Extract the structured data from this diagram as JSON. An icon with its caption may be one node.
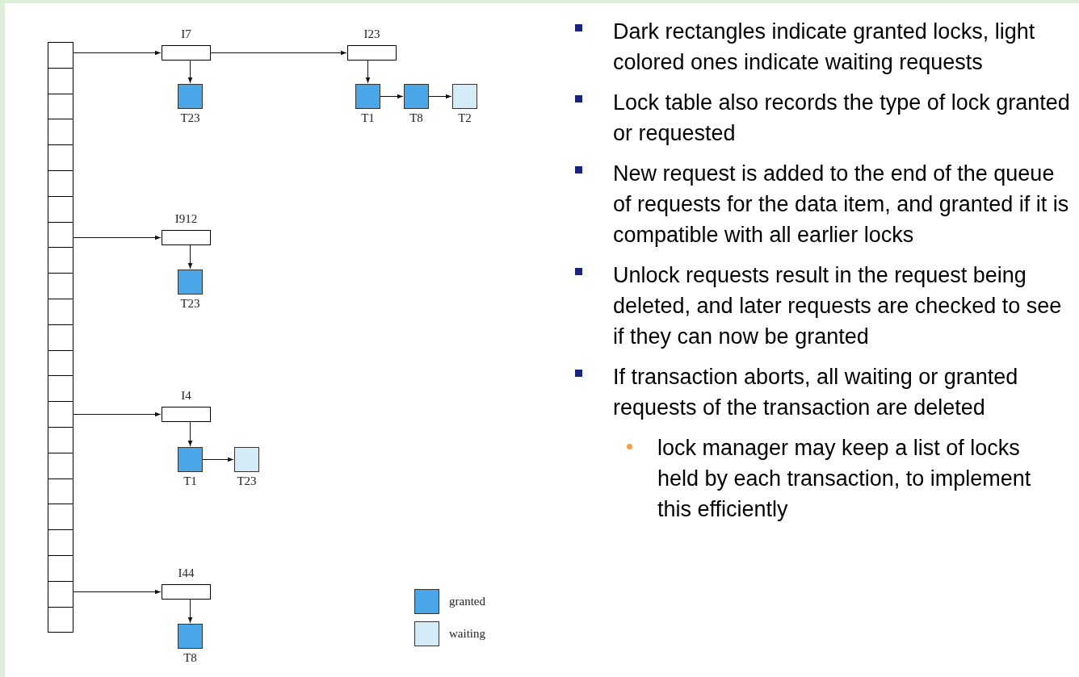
{
  "diagram": {
    "nodes": [
      {
        "text": [],
        "shape": "box"
      },
      {
        "text": [],
        "shape": "box"
      },
      {
        "text": [],
        "shape": "box"
      },
      {
        "text": [],
        "shape": "box"
      },
      {
        "text": [],
        "shape": "box"
      },
      {
        "text": [],
        "shape": "box"
      },
      {
        "text": [],
        "shape": "box"
      },
      {
        "text": [],
        "shape": "box"
      },
      {
        "text": [],
        "shape": "box"
      },
      {
        "text": [],
        "shape": "box"
      },
      {
        "text": [],
        "shape": "box"
      },
      {
        "text": [],
        "shape": "box"
      },
      {
        "text": [],
        "shape": "box"
      },
      {
        "text": [],
        "shape": "box"
      },
      {
        "text": [],
        "shape": "box"
      },
      {
        "text": [],
        "shape": "box"
      },
      {
        "text": [],
        "shape": "box"
      },
      {
        "text": [],
        "shape": "box"
      },
      {
        "text": [],
        "shape": "box"
      },
      {
        "text": [],
        "shape": "box"
      },
      {
        "text": [],
        "shape": "box"
      },
      {
        "text": [],
        "shape": "box"
      },
      {
        "text": [],
        "shape": "box"
      },
      {
        "text": [
          "I7"
        ]
      },
      {
        "text": [
          "T23"
        ]
      },
      {
        "text": [
          "I23"
        ]
      },
      {
        "text": [
          "T1"
        ]
      },
      {
        "text": [
          "T8"
        ]
      },
      {
        "text": [
          "T2"
        ]
      },
      {
        "text": [
          "I912"
        ]
      },
      {
        "text": [
          "T23"
        ]
      },
      {
        "text": [
          "I4"
        ]
      },
      {
        "text": [
          "T1"
        ]
      },
      {
        "text": [
          "T23"
        ]
      },
      {
        "text": [
          "I44"
        ]
      },
      {
        "text": [
          "T8"
        ]
      }
    ],
    "edges": [
      {
        "from": 0,
        "to": 23,
        "arrow": "to"
      },
      {
        "from": 23,
        "to": 25,
        "arrow": "to"
      },
      {
        "from": 23,
        "to": 24,
        "arrow": "to"
      },
      {
        "from": 25,
        "to": 26,
        "arrow": "to"
      },
      {
        "from": 26,
        "to": 27,
        "arrow": "to"
      },
      {
        "from": 27,
        "to": 28,
        "arrow": "to"
      },
      {
        "from": 7,
        "to": 29,
        "arrow": "to"
      },
      {
        "from": 29,
        "to": 30,
        "arrow": "to"
      },
      {
        "from": 14,
        "to": 31,
        "arrow": "to"
      },
      {
        "from": 31,
        "to": 32,
        "arrow": "to"
      },
      {
        "from": 32,
        "to": 33,
        "arrow": "to"
      },
      {
        "from": 21,
        "to": 34,
        "arrow": "to"
      },
      {
        "from": 34,
        "to": 35,
        "arrow": "to"
      }
    ],
    "labels": [
      "Dark rectangles indicate granted locks, light colored ones indicate waiting requests",
      "Lock table also records the type of lock granted or requested",
      "New request is added to the end of the queue of requests for the data item, and granted if it is compatible with all earlier locks",
      "Unlock requests result in the request being deleted, and later requests are checked to see if they can now be granted",
      "If transaction aborts, all waiting or granted requests of the transaction are deleted",
      "lock manager may keep a list of locks held by each transaction, to implement this efficiently"
    ],
    "legend": [
      {
        "text": "granted",
        "color": "#4ba6e8"
      },
      {
        "text": "waiting",
        "color": "#d4ecf7"
      }
    ]
  }
}
